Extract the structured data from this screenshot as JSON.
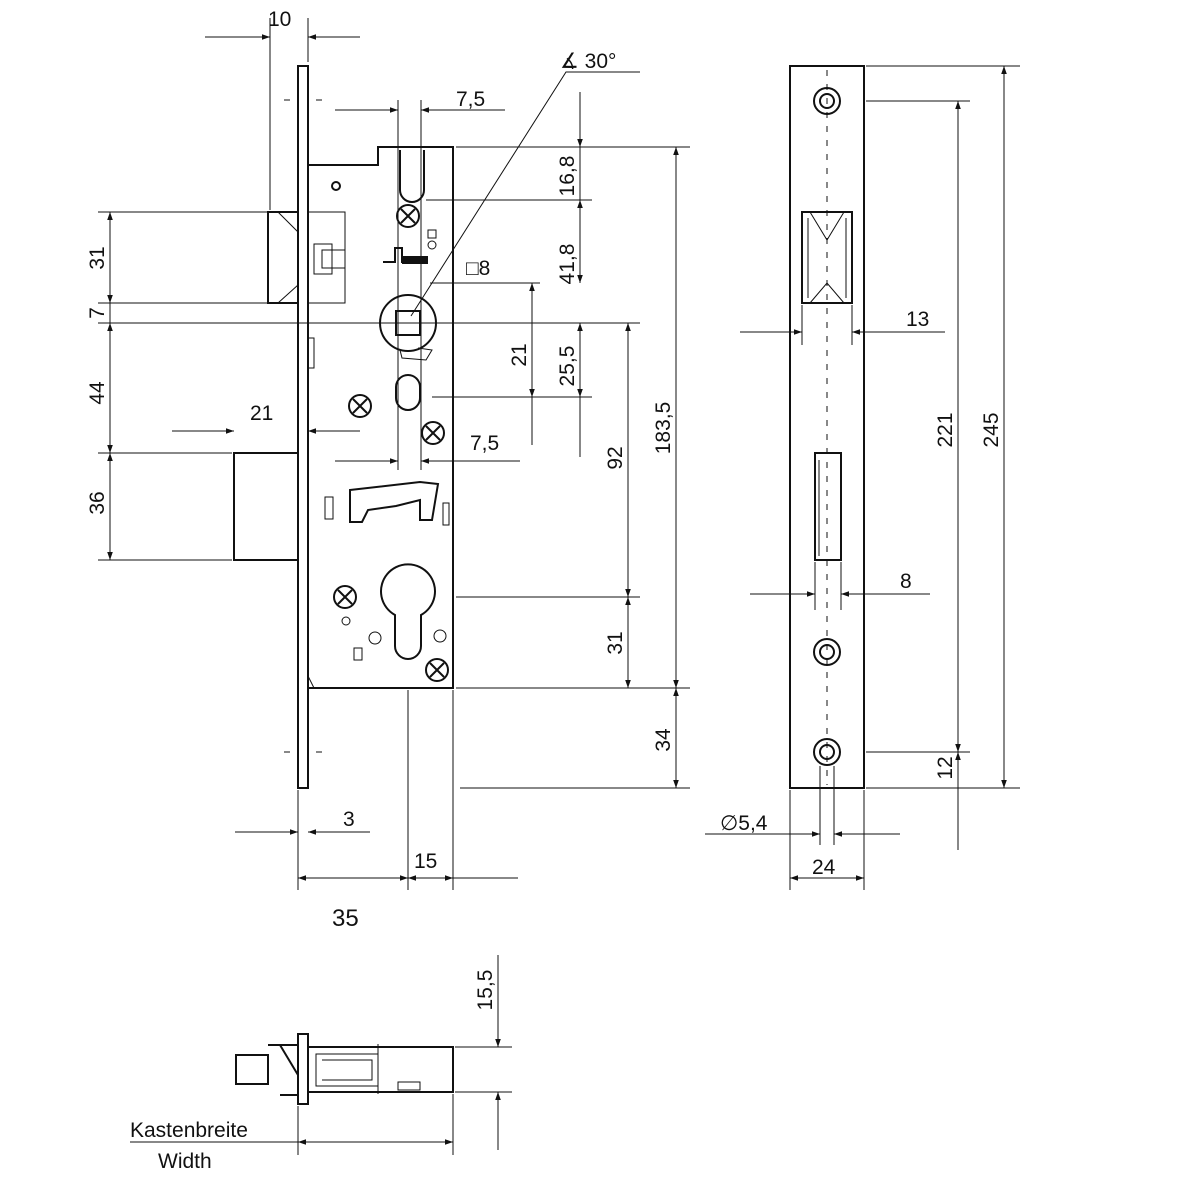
{
  "dimensions": {
    "d10": "10",
    "d7_5_top": "7,5",
    "d30": "∡ 30°",
    "d16_8": "16,8",
    "d41_8": "41,8",
    "d8_sq": "□8",
    "d31_left": "31",
    "d7_left": "7",
    "d21_v": "21",
    "d25_5": "25,5",
    "d44": "44",
    "d21_h": "21",
    "d7_5_mid": "7,5",
    "d183_5": "183,5",
    "d92": "92",
    "d36": "36",
    "d31_right": "31",
    "d34": "34",
    "d3": "3",
    "d15": "15",
    "d35": "35",
    "d13": "13",
    "d221": "221",
    "d245": "245",
    "d8_face": "8",
    "d12": "12",
    "d5_4": "∅5,4",
    "d24": "24",
    "d15_5": "15,5"
  },
  "labels": {
    "kastenbreite": "Kastenbreite",
    "width": "Width"
  }
}
